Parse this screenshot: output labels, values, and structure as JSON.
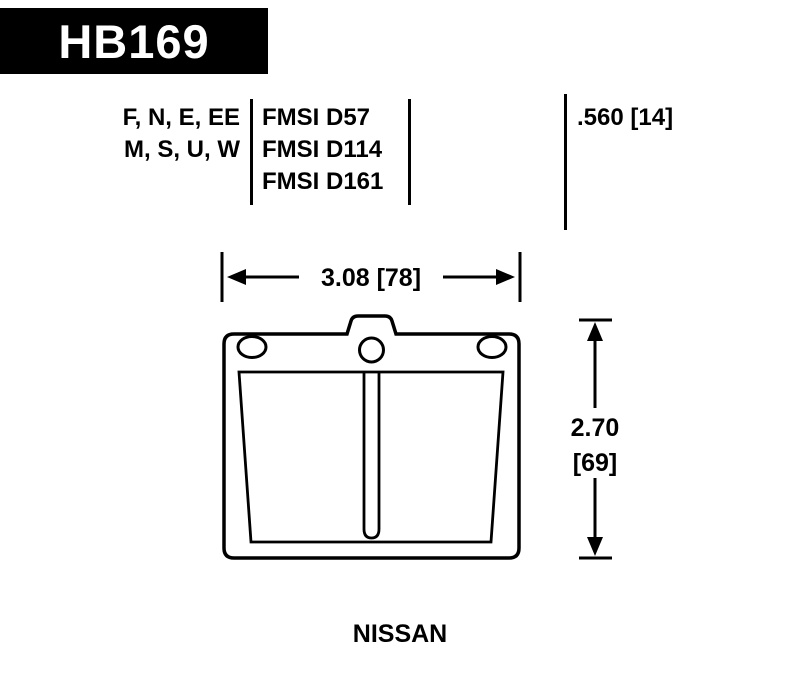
{
  "header": {
    "part_number": "HB169"
  },
  "specs": {
    "compounds": [
      "F, N, E, EE",
      "M, S, U, W"
    ],
    "fmsi": [
      "FMSI D57",
      "FMSI D114",
      "FMSI D161"
    ],
    "thickness": ".560 [14]"
  },
  "dimensions": {
    "width_label": "3.08 [78]",
    "height_value": "2.70",
    "height_mm": "[69]"
  },
  "footer": {
    "application": "NISSAN"
  },
  "colors": {
    "ink": "#000000",
    "background": "#ffffff",
    "banner_text": "#ffffff"
  }
}
